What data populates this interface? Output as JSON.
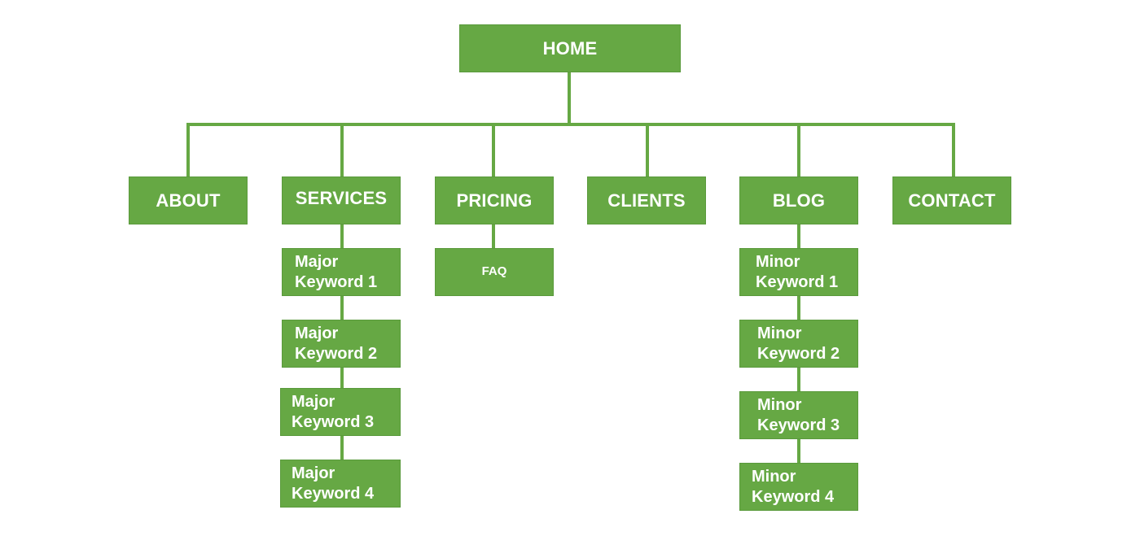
{
  "diagram": {
    "line_color": "#66a844",
    "node_color": "#66a844",
    "text_color": "#ffffff",
    "root": {
      "label": "HOME"
    },
    "sections": [
      {
        "label": "ABOUT"
      },
      {
        "label": "SERVICES"
      },
      {
        "label": "PRICING"
      },
      {
        "label": "CLIENTS"
      },
      {
        "label": "BLOG"
      },
      {
        "label": "CONTACT"
      }
    ],
    "services_children": [
      {
        "label": "Major\nKeyword 1"
      },
      {
        "label": "Major\nKeyword 2"
      },
      {
        "label": "Major\nKeyword 3"
      },
      {
        "label": "Major\nKeyword 4"
      }
    ],
    "pricing_children": [
      {
        "label": "FAQ"
      }
    ],
    "blog_children": [
      {
        "label": "Minor\nKeyword 1"
      },
      {
        "label": "Minor\nKeyword 2"
      },
      {
        "label": "Minor\nKeyword 3"
      },
      {
        "label": "Minor\nKeyword 4"
      }
    ]
  }
}
